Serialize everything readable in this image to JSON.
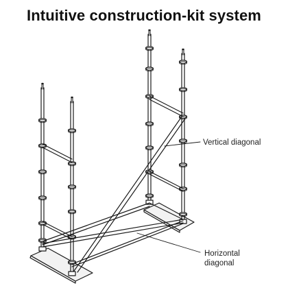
{
  "title": "Intuitive construction-kit system",
  "labels": {
    "vertical_diagonal": "Vertical diagonal",
    "horizontal_diagonal_line1": "Horizontal",
    "horizontal_diagonal_line2": "diagonal"
  },
  "colors": {
    "line": "#1a1a1a",
    "base_plate": "#f2f2f2",
    "background": "#ffffff"
  }
}
